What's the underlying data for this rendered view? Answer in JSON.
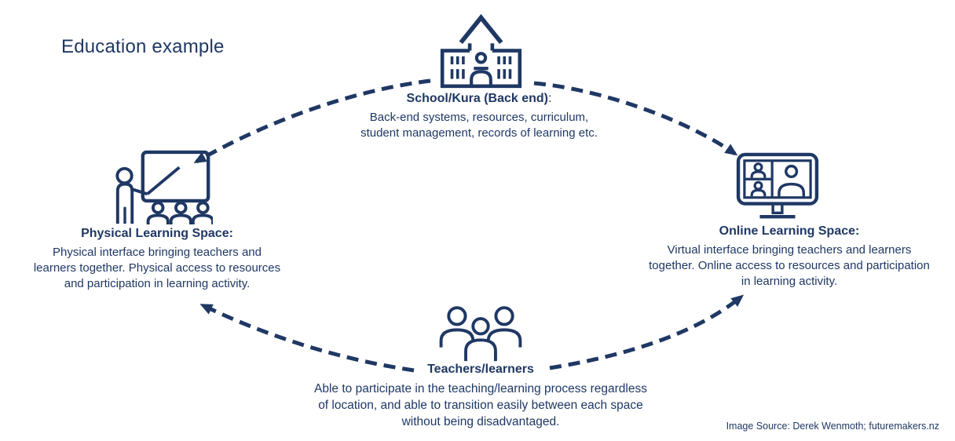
{
  "title": "Education example",
  "accent_color": "#1f3864",
  "nodes": {
    "school": {
      "icon": "school-building-icon",
      "heading": "School/Kura (Back end)",
      "heading_suffix": ":",
      "body": "Back-end systems, resources, curriculum,\nstudent management,  records of learning etc."
    },
    "physical": {
      "icon": "teacher-whiteboard-icon",
      "heading": "Physical Learning Space:",
      "body": "Physical interface bringing teachers and\nlearners together. Physical access to resources\nand participation in learning activity."
    },
    "online": {
      "icon": "video-call-monitor-icon",
      "heading": "Online Learning Space:",
      "body": "Virtual interface bringing teachers and learners\ntogether. Online access to resources and participation\nin learning activity."
    },
    "teachers": {
      "icon": "people-group-icon",
      "heading": "Teachers/learners",
      "body": "Able to participate in the teaching/learning process regardless\nof location, and able to transition easily between each space\nwithout being disadvantaged."
    }
  },
  "connectors": {
    "style": "dashed",
    "color": "#1f3864",
    "links": [
      {
        "from": "school",
        "to": "physical"
      },
      {
        "from": "school",
        "to": "online"
      },
      {
        "from": "teachers",
        "to": "physical"
      },
      {
        "from": "teachers",
        "to": "online"
      }
    ]
  },
  "source": "Image Source: Derek Wenmoth; futuremakers.nz"
}
